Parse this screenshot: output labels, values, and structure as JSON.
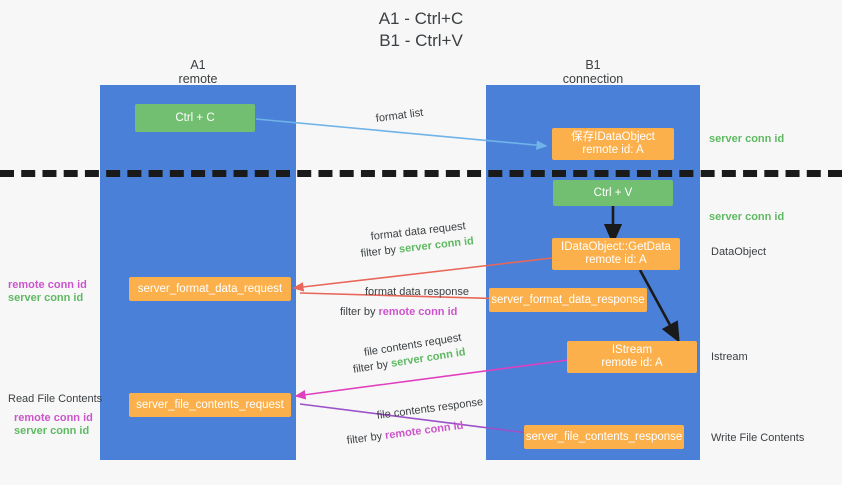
{
  "title": {
    "line1": "A1 - Ctrl+C",
    "line2": "B1 - Ctrl+V"
  },
  "columns": [
    {
      "name": "A1",
      "subtitle": "remote"
    },
    {
      "name": "B1",
      "subtitle": "connection"
    }
  ],
  "boxes": {
    "ctrl_c": {
      "label": "Ctrl + C"
    },
    "ctrl_v": {
      "label": "Ctrl + V"
    },
    "save_dataobject": {
      "line1": "保存IDataObject",
      "line2": "remote id: A"
    },
    "getdata": {
      "line1": "IDataObject::GetData",
      "line2": "remote id: A"
    },
    "istream": {
      "line1": "IStream",
      "line2": "remote id: A"
    },
    "server_format_data_request": {
      "label": "server_format_data_request"
    },
    "server_format_data_response": {
      "label": "server_format_data_response"
    },
    "server_file_contents_request": {
      "label": "server_file_contents_request"
    },
    "server_file_contents_response": {
      "label": "server_file_contents_response"
    }
  },
  "edge_labels": {
    "format_list": "format list",
    "format_data_request": "format data request",
    "format_data_request_filter_prefix": "filter by ",
    "format_data_request_filter_value": "server conn id",
    "format_data_response": "format data response",
    "format_data_response_filter_prefix": "filter by ",
    "format_data_response_filter_value": "remote conn id",
    "file_contents_request": "file contents request",
    "file_contents_request_filter_prefix": "filter by ",
    "file_contents_request_filter_value": "server conn id",
    "file_contents_response": "file contents response",
    "file_contents_response_filter_prefix": "filter by ",
    "file_contents_response_filter_value": "remote conn id"
  },
  "right_annotations": {
    "server_conn_id_top": "server conn id",
    "server_conn_id_mid": "server conn id",
    "dataobject": "DataObject",
    "istream": "Istream",
    "write_file_contents": "Write File Contents"
  },
  "left_annotations": {
    "remote_conn_id_upper": "remote conn id",
    "server_conn_id_upper": "server conn id",
    "read_file_contents": "Read File Contents",
    "remote_conn_id_lower": "remote conn id",
    "server_conn_id_lower": "server conn id"
  },
  "colors": {
    "lane": "#4a80d8",
    "green_box": "#73bf72",
    "orange_box": "#fbb04c",
    "server_conn_id": "#5eba62",
    "remote_conn_id": "#cc55cc",
    "arrow_blue": "#6fb3e8",
    "arrow_red": "#e8675a",
    "arrow_pink": "#e040c0",
    "arrow_purple": "#9b51c9",
    "arrow_black": "#1a1a1a",
    "background": "#f7f7f7"
  }
}
